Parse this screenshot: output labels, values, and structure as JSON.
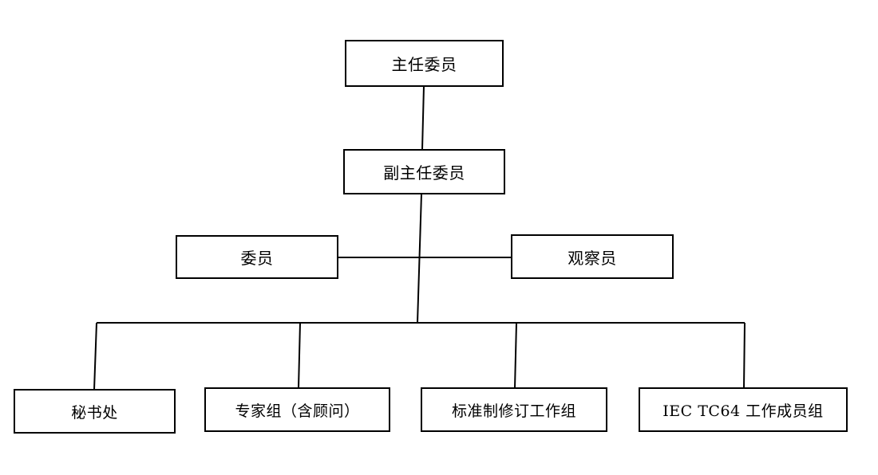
{
  "diagram": {
    "director": "主任委员",
    "deputy_director": "副主任委员",
    "member": "委员",
    "observer": "观察员",
    "secretariat": "秘书处",
    "expert_group": "专家组（含顾问）",
    "standards_group": "标准制修订工作组",
    "iec_group": "IEC TC64 工作成员组"
  }
}
